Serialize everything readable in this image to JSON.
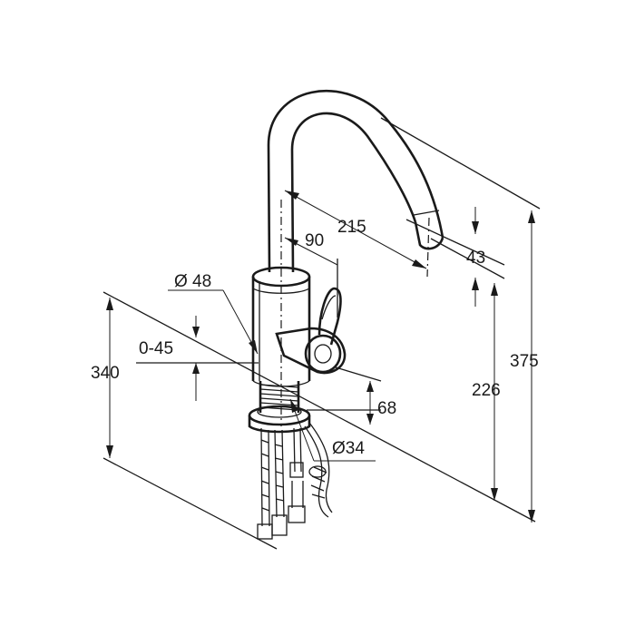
{
  "dimensions": {
    "height_total": "375",
    "height_outlet": "226",
    "spout_opening": "43",
    "reach": "215",
    "lever_offset": "90",
    "body_diameter": "Ø 48",
    "counter_thickness": "0-45",
    "height_above_counter": "340",
    "base_height": "68",
    "hole_diameter": "Ø34"
  },
  "colors": {
    "line": "#1a1a1a",
    "background": "#ffffff"
  }
}
